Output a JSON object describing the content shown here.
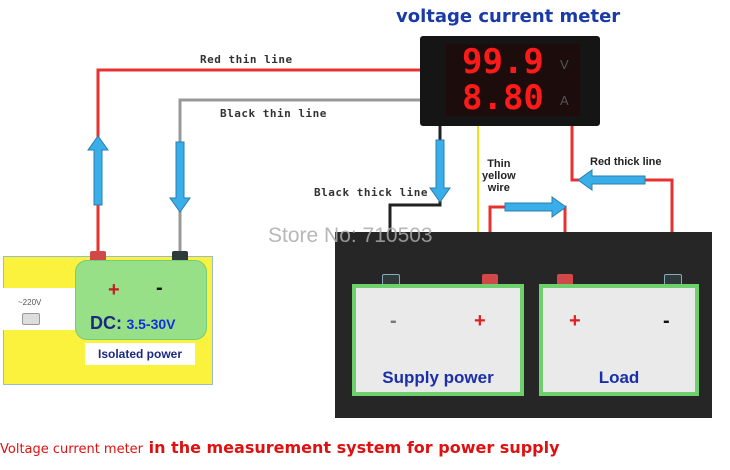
{
  "title": "voltage current meter",
  "meter": {
    "voltage_reading": "99.9",
    "voltage_unit": "V",
    "current_reading": "8.80",
    "current_unit": "A"
  },
  "wire_labels": {
    "red_thin": "Red thin line",
    "black_thin": "Black thin line",
    "black_thick": "Black thick line",
    "yellow_thin": [
      "Thin",
      "yellow",
      "wire"
    ],
    "red_thick": "Red thick line"
  },
  "isolated_power": {
    "plug_label": "~220V",
    "plus": "+",
    "minus": "-",
    "dc_prefix": "DC:",
    "dc_range": "3.5-30V",
    "label": "Isolated power"
  },
  "supply": {
    "minus": "-",
    "plus": "+",
    "label": "Supply power"
  },
  "load": {
    "plus": "+",
    "minus": "-",
    "label": "Load"
  },
  "watermark": "Store No: 710503",
  "caption": {
    "part1": "Voltage current meter",
    "part2": " in the measurement system for power supply"
  },
  "colors": {
    "red_wire": "#e83030",
    "black_wire": "#222222",
    "gray_wire": "#999999",
    "yellow_wire": "#f0e020",
    "arrow": "#3aaee8"
  }
}
